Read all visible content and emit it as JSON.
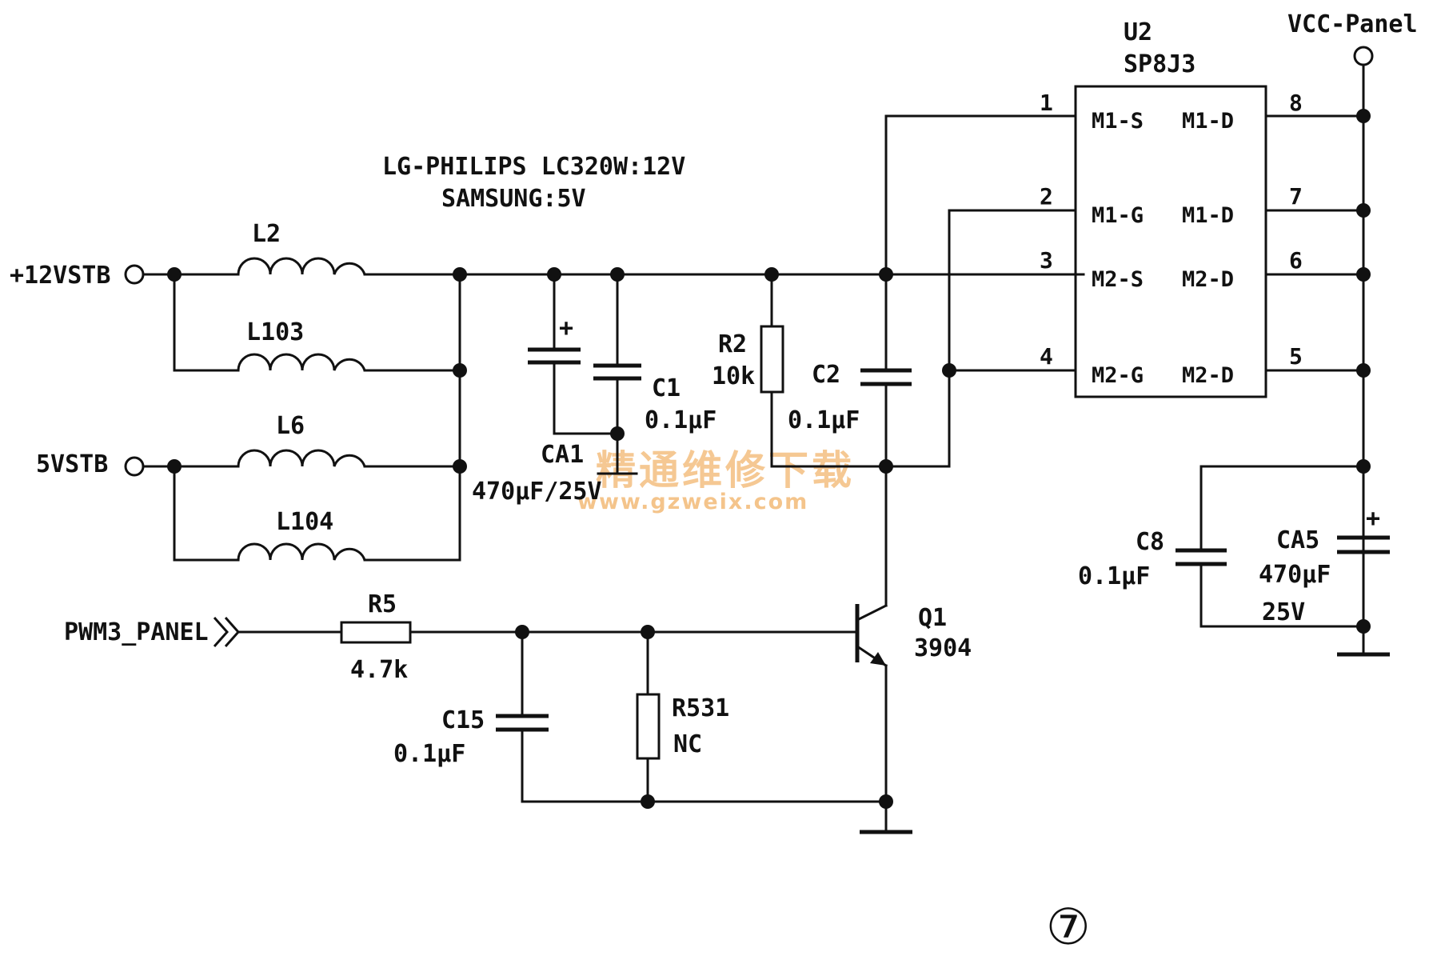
{
  "note": {
    "line1": "LG-PHILIPS LC320W:12V",
    "line2": "SAMSUNG:5V"
  },
  "ports": {
    "vstb12": "+12VSTB",
    "vstb5": "5VSTB",
    "pwm": "PWM3_PANEL",
    "vcc_panel": "VCC-Panel"
  },
  "inductors": {
    "l2": "L2",
    "l103": "L103",
    "l6": "L6",
    "l104": "L104"
  },
  "ca1": {
    "ref": "CA1",
    "value": "470μF/25V"
  },
  "c1": {
    "ref": "C1",
    "value": "0.1μF"
  },
  "r2": {
    "ref": "R2",
    "value": "10k"
  },
  "c2": {
    "ref": "C2",
    "value": "0.1μF"
  },
  "u2": {
    "ref": "U2",
    "part": "SP8J3",
    "pins_left": [
      {
        "num": "1",
        "name": "M1-S"
      },
      {
        "num": "2",
        "name": "M1-G"
      },
      {
        "num": "3",
        "name": "M2-S"
      },
      {
        "num": "4",
        "name": "M2-G"
      }
    ],
    "pins_right": [
      {
        "num": "8",
        "name": "M1-D"
      },
      {
        "num": "7",
        "name": "M1-D"
      },
      {
        "num": "6",
        "name": "M2-D"
      },
      {
        "num": "5",
        "name": "M2-D"
      }
    ]
  },
  "c8": {
    "ref": "C8",
    "value": "0.1μF"
  },
  "ca5": {
    "ref": "CA5",
    "value": "470μF",
    "voltage": "25V"
  },
  "r5": {
    "ref": "R5",
    "value": "4.7k"
  },
  "c15": {
    "ref": "C15",
    "value": "0.1μF"
  },
  "r531": {
    "ref": "R531",
    "value": "NC"
  },
  "q1": {
    "ref": "Q1",
    "part": "3904"
  },
  "polarity_mark": "+",
  "figure_number": "⑦",
  "watermark": {
    "text": "精通维修下载",
    "url": "www.gzweix.com"
  }
}
